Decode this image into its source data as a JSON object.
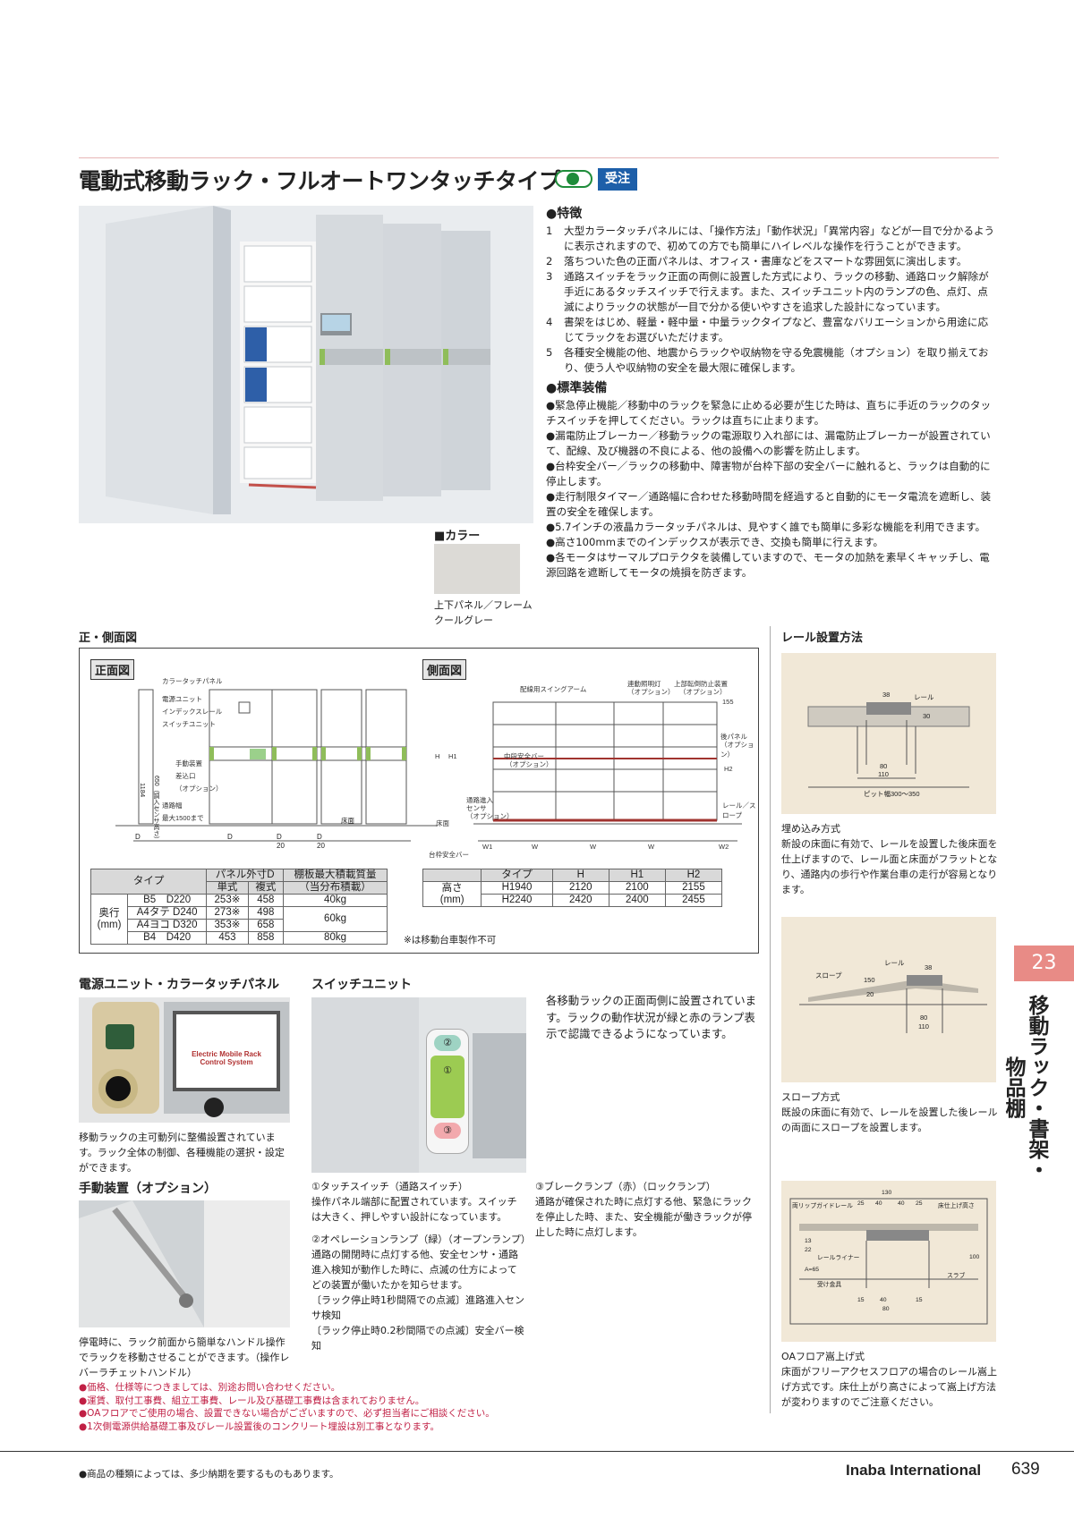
{
  "title": "電動式移動ラック・フルオートワンタッチタイプ",
  "order_badge": "受注",
  "features": {
    "head": "●特徴",
    "items": [
      {
        "num": "1",
        "text": "大型カラータッチパネルには、「操作方法」「動作状況」「異常内容」などが一目で分かるように表示されますので、初めての方でも簡単にハイレベルな操作を行うことができます。"
      },
      {
        "num": "2",
        "text": "落ちついた色の正面パネルは、オフィス・書庫などをスマートな雰囲気に演出します。"
      },
      {
        "num": "3",
        "text": "通路スイッチをラック正面の両側に設置した方式により、ラックの移動、通路ロック解除が手近にあるタッチスイッチで行えます。また、スイッチユニット内のランプの色、点灯、点滅によりラックの状態が一目で分かる使いやすさを追求した設計になっています。"
      },
      {
        "num": "4",
        "text": "書架をはじめ、軽量・軽中量・中量ラックタイプなど、豊富なバリエーションから用途に応じてラックをお選びいただけます。"
      },
      {
        "num": "5",
        "text": "各種安全機能の他、地震からラックや収納物を守る免震機能（オプション）を取り揃えており、使う人や収納物の安全を最大限に確保します。"
      }
    ]
  },
  "standard": {
    "head": "●標準装備",
    "items": [
      "●緊急停止機能／移動中のラックを緊急に止める必要が生じた時は、直ちに手近のラックのタッチスイッチを押してください。ラックは直ちに止まります。",
      "●漏電防止ブレーカー／移動ラックの電源取り入れ部には、漏電防止ブレーカーが設置されていて、配線、及び機器の不良による、他の設備への影響を防止します。",
      "●台枠安全バー／ラックの移動中、障害物が台枠下部の安全バーに触れると、ラックは自動的に停止します。",
      "●走行制限タイマー／通路幅に合わせた移動時間を経過すると自動的にモータ電流を遮断し、装置の安全を確保します。",
      "●5.7インチの液晶カラータッチパネルは、見やすく誰でも簡単に多彩な機能を利用できます。",
      "●高さ100mmまでのインデックスが表示でき、交換も簡単に行えます。",
      "●各モータはサーマルプロテクタを装備していますので、モータの加熱を素早くキャッチし、電源回路を遮断してモータの焼損を防ぎます。"
    ]
  },
  "color": {
    "head": "■カラー",
    "swatch": "#dcdad6",
    "caption1": "上下パネル／フレーム",
    "caption2": "クールグレー"
  },
  "diagram": {
    "head": "正・側面図",
    "front": "正面図",
    "side": "側面図",
    "front_labels": [
      "カラータッチパネル",
      "電源ユニット",
      "インデックスレール",
      "スイッチユニット",
      "手動装置",
      "差込口",
      "（オプション）",
      "通路幅",
      "最大1500まで",
      "床面",
      "1184",
      "650（調入センサ高さ）",
      "D",
      "D",
      "D",
      "D",
      "20",
      "20"
    ],
    "side_labels": [
      "配線用スイングアーム",
      "連動照明灯",
      "（オプション）",
      "上部転倒防止装置",
      "（オプション）",
      "155",
      "後パネル",
      "（オプション）",
      "中段安全バー",
      "（オプション）",
      "H2",
      "H",
      "H1",
      "通路進入",
      "センサ",
      "（オプション）",
      "床面",
      "レール／スロープ",
      "台枠安全バー",
      "W1",
      "W",
      "W",
      "W",
      "W2"
    ]
  },
  "table1": {
    "col_type": "タイプ",
    "col_panel": "パネル外寸D",
    "col_single": "単式",
    "col_double": "複式",
    "col_load": "棚板最大積載質量",
    "col_load2": "（当分布積載）",
    "row_head": "奥行",
    "row_unit": "(mm)",
    "rows": [
      {
        "type": "B5　D220",
        "single": "253※",
        "double": "458",
        "load": "40kg"
      },
      {
        "type": "A4タテ D240",
        "single": "273※",
        "double": "498",
        "load": "60kg"
      },
      {
        "type": "A4ヨコ D320",
        "single": "353※",
        "double": "658",
        "load": ""
      },
      {
        "type": "B4　D420",
        "single": "453",
        "double": "858",
        "load": "80kg"
      }
    ],
    "note": "※は移動台車製作不可"
  },
  "table2": {
    "headers": [
      "タイプ",
      "H",
      "H1",
      "H2"
    ],
    "row_head": "高さ",
    "row_unit": "(mm)",
    "rows": [
      [
        "H1940",
        "2120",
        "2100",
        "2155"
      ],
      [
        "H2240",
        "2420",
        "2400",
        "2455"
      ]
    ]
  },
  "rail": {
    "head": "レール設置方法",
    "p1_title": "埋め込み方式",
    "p1_text": "新設の床面に有効で、レールを設置した後床面を仕上げますので、レール面と床面がフラットとなり、通路内の歩行や作業台車の走行が容易となります。",
    "p1_labels": [
      "38",
      "レール",
      "30",
      "80",
      "110",
      "ピット幅300～350"
    ],
    "p2_title": "スロープ方式",
    "p2_text": "既設の床面に有効で、レールを設置した後レールの両面にスロープを設置します。",
    "p2_labels": [
      "レール",
      "38",
      "スロープ",
      "150",
      "20",
      "80",
      "110"
    ],
    "p3_title": "OAフロア嵩上げ式",
    "p3_text": "床面がフリーアクセスフロアの場合のレール嵩上げ方式です。床仕上がり高さによって嵩上げ方法が変わりますのでご注意ください。",
    "p3_labels": [
      "130",
      "両リップガイドレール",
      "25",
      "40",
      "40",
      "25",
      "床仕上げ高さ",
      "13",
      "22",
      "A=65",
      "レールライナー",
      "受け金具",
      "100",
      "スラブ",
      "15",
      "40",
      "15",
      "80"
    ]
  },
  "power": {
    "head": "電源ユニット・カラータッチパネル",
    "text": "移動ラックの主可動列に整備設置されています。ラック全体の制御、各種機能の選択・設定ができます。",
    "screen1": "Electric Mobile Rack",
    "screen2": "Control System"
  },
  "switch": {
    "head": "スイッチユニット",
    "intro": "各移動ラックの正面両側に設置されています。ラックの動作状況が緑と赤のランプ表示で認識できるようになっています。",
    "c1": "①タッチスイッチ（通路スイッチ）",
    "c1t": "操作パネル端部に配置されています。スイッチは大きく、押しやすい設計になっています。",
    "c2": "②オペレーションランプ（緑）（オープンランプ）",
    "c2t": "通路の開閉時に点灯する他、安全センサ・通路進入検知が動作した時に、点滅の仕方によってどの装置が働いたかを知らせます。",
    "c2a": "〔ラック停止時1秒間隔での点滅〕進路進入センサ検知",
    "c2b": "〔ラック停止時0.2秒間隔での点滅〕安全バー検知",
    "c3": "③ブレークランプ（赤）（ロックランプ）",
    "c3t": "通路が確保された時に点灯する他、緊急にラックを停止した時、また、安全機能が働きラックが停止した時に点灯します。",
    "m1": "②",
    "m2": "①",
    "m3": "③"
  },
  "manual": {
    "head": "手動装置（オプション）",
    "text": "停電時に、ラック前面から簡単なハンドル操作でラックを移動させることができます。（操作レバーラチェットハンドル）"
  },
  "notes": [
    "●価格、仕様等につきましては、別途お問い合わせください。",
    "●運賃、取付工事費、組立工事費、レール及び基礎工事費は含まれておりません。",
    "●OAフロアでご使用の場合、設置できない場合がございますので、必ず担当者にご相談ください。",
    "●1次側電源供給基礎工事及びレール設置後のコンクリート埋設は別工事となります。"
  ],
  "side_tab": {
    "num": "23",
    "title": "移動ラック・書架・物品棚"
  },
  "footer": {
    "note": "●商品の種類によっては、多少納期を要するものもあります。",
    "brand": "Inaba International",
    "page": "639"
  }
}
